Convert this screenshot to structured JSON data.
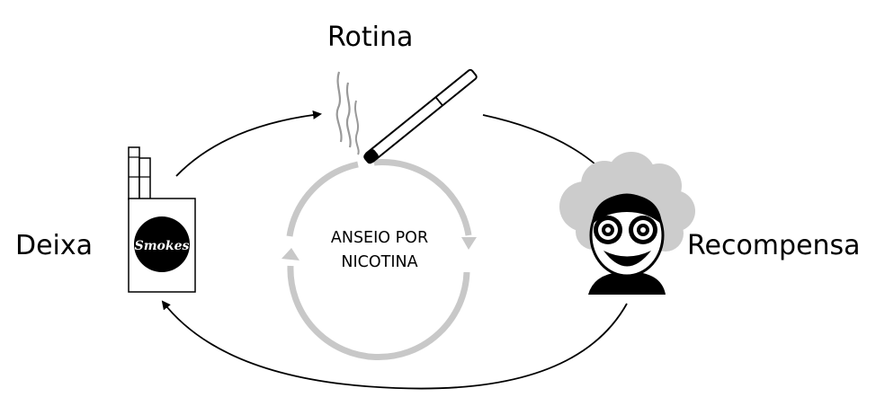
{
  "diagram": {
    "labels": {
      "routine": "Rotina",
      "cue": "Deixa",
      "reward": "Recompensa",
      "craving_line1": "ANSEIO POR",
      "craving_line2": "NICOTINA"
    },
    "pack_brand": "Smokes",
    "icons": {
      "cue": "cigarette-pack-icon",
      "routine": "lit-cigarette-icon",
      "reward": "happy-face-icon"
    },
    "colors": {
      "outer_loop": "#000000",
      "inner_loop": "#c8c8c8",
      "cloud": "#cccccc",
      "smoke": "#999999"
    }
  }
}
